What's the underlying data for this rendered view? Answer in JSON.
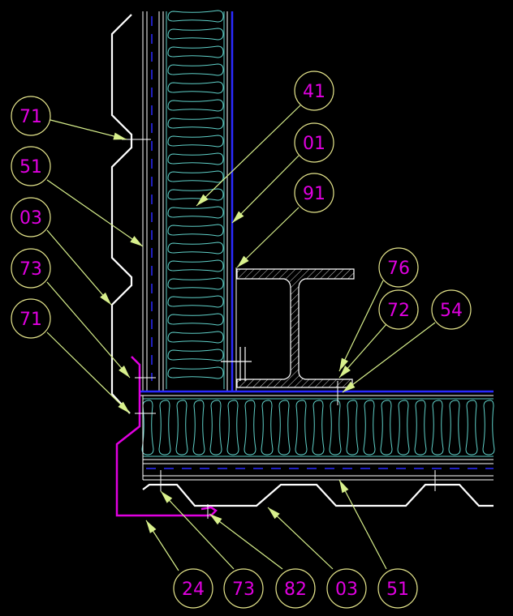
{
  "callouts": [
    {
      "id": "c1",
      "text": "71"
    },
    {
      "id": "c2",
      "text": "51"
    },
    {
      "id": "c3",
      "text": "03"
    },
    {
      "id": "c4",
      "text": "73"
    },
    {
      "id": "c5",
      "text": "71"
    },
    {
      "id": "c6",
      "text": "41"
    },
    {
      "id": "c7",
      "text": "01"
    },
    {
      "id": "c8",
      "text": "91"
    },
    {
      "id": "c9",
      "text": "76"
    },
    {
      "id": "c10",
      "text": "72"
    },
    {
      "id": "c11",
      "text": "54"
    },
    {
      "id": "c12",
      "text": "24"
    },
    {
      "id": "c13",
      "text": "73"
    },
    {
      "id": "c14",
      "text": "82"
    },
    {
      "id": "c15",
      "text": "03"
    },
    {
      "id": "c16",
      "text": "51"
    }
  ],
  "colors": {
    "background": "#000000",
    "insulation": "#5fd0c8",
    "membrane_blue": "#2a2aff",
    "sheet_white": "#ffffff",
    "flashing_magenta": "#e000e0",
    "leader_yellow": "#d8f08c",
    "bubble_outline": "#e6e68c",
    "label_magenta": "#e000e0"
  }
}
